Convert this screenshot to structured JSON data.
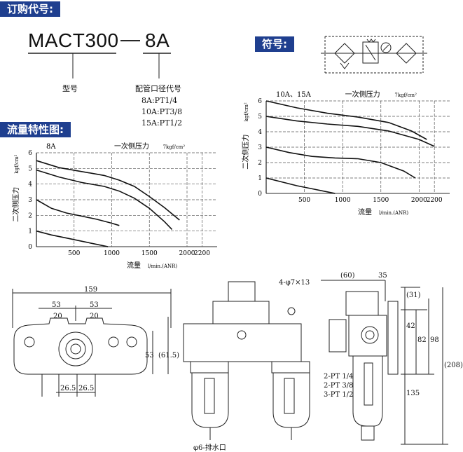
{
  "sections": {
    "order_code": "订购代号:",
    "symbol": "符号:",
    "flow": "流量特性图:"
  },
  "order": {
    "model": "MACT300",
    "dash": "—",
    "size": "8A",
    "label_model": "型号",
    "label_port": "配管口径代号",
    "port_options": [
      "8A:PT1/4",
      "10A:PT3/8",
      "15A:PT1/2"
    ]
  },
  "chart_data": [
    {
      "type": "line",
      "title": "8A",
      "subtitle": "一次侧压力",
      "unit_note": "7kgf/cm²",
      "xlabel": "流量",
      "xunit": "l/min.(ANR)",
      "ylabel": "二次侧压力",
      "yunit": "kgf/cm²",
      "xlim": [
        0,
        2400
      ],
      "ylim": [
        0,
        6
      ],
      "xticks": [
        500,
        1000,
        1500,
        2000,
        2200
      ],
      "yticks": [
        0,
        1,
        2,
        3,
        4,
        5,
        6
      ],
      "series": [
        {
          "x": [
            0,
            300,
            600,
            900,
            1100,
            1300,
            1500,
            1700,
            1900
          ],
          "y": [
            5.5,
            5.05,
            4.8,
            4.55,
            4.25,
            3.85,
            3.2,
            2.5,
            1.7
          ]
        },
        {
          "x": [
            0,
            300,
            600,
            900,
            1100,
            1300,
            1500,
            1700,
            1800
          ],
          "y": [
            4.9,
            4.45,
            4.1,
            3.85,
            3.55,
            3.1,
            2.45,
            1.6,
            1.1
          ]
        },
        {
          "x": [
            0,
            200,
            400,
            600,
            800,
            1000,
            1100
          ],
          "y": [
            3.0,
            2.45,
            2.15,
            1.95,
            1.75,
            1.5,
            1.35
          ]
        },
        {
          "x": [
            0,
            200,
            400,
            600,
            800,
            950
          ],
          "y": [
            1.0,
            0.75,
            0.55,
            0.35,
            0.15,
            0.0
          ]
        }
      ]
    },
    {
      "type": "line",
      "title": "10A、15A",
      "subtitle": "一次侧压力",
      "unit_note": "7kgf/cm²",
      "xlabel": "流量",
      "xunit": "l/min.(ANR)",
      "ylabel": "二次侧压力",
      "yunit": "kgf/cm²",
      "xlim": [
        0,
        2400
      ],
      "ylim": [
        0,
        6
      ],
      "xticks": [
        500,
        1000,
        1500,
        2000,
        2200
      ],
      "yticks": [
        0,
        1,
        2,
        3,
        4,
        5,
        6
      ],
      "series": [
        {
          "x": [
            0,
            400,
            800,
            1200,
            1600,
            1900,
            2100
          ],
          "y": [
            6.0,
            5.55,
            5.2,
            4.95,
            4.6,
            4.05,
            3.5
          ]
        },
        {
          "x": [
            0,
            400,
            800,
            1200,
            1600,
            2000,
            2200
          ],
          "y": [
            5.0,
            4.7,
            4.5,
            4.35,
            4.05,
            3.5,
            3.05
          ]
        },
        {
          "x": [
            0,
            300,
            600,
            900,
            1200,
            1500,
            1800,
            1950
          ],
          "y": [
            3.0,
            2.65,
            2.4,
            2.3,
            2.25,
            2.0,
            1.45,
            1.0
          ]
        },
        {
          "x": [
            0,
            200,
            400,
            600,
            800,
            900
          ],
          "y": [
            1.0,
            0.75,
            0.5,
            0.3,
            0.1,
            0.0
          ]
        }
      ]
    }
  ],
  "drawing": {
    "dims_left": [
      "159",
      "53",
      "53",
      "20",
      "20",
      "26.5",
      "26.5",
      "53",
      "(61.5)"
    ],
    "dims_right": [
      "(60)",
      "35",
      "(31)",
      "42",
      "82",
      "98",
      "(208)",
      "135"
    ],
    "note_holes": "4-φ7×13",
    "note_drain": "φ6-排水口",
    "ports": [
      "2-PT 1/4",
      "2-PT 3/8",
      "3-PT 1/2"
    ]
  }
}
